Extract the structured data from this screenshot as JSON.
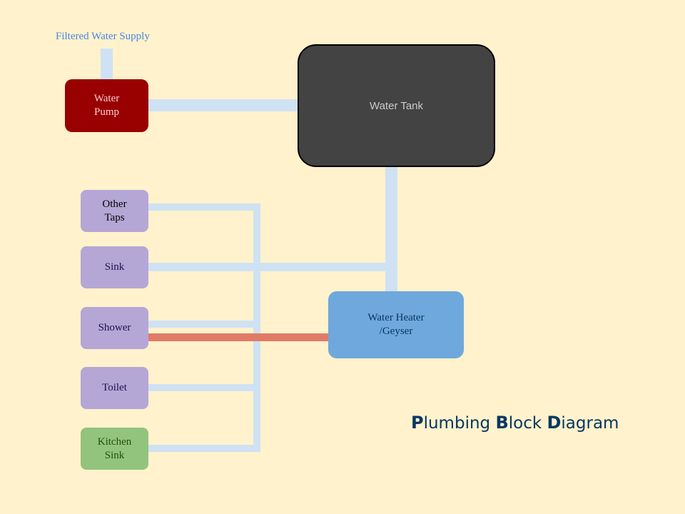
{
  "diagram": {
    "supply_label": "Filtered Water Supply",
    "title": {
      "caps": [
        "P",
        "B",
        "D"
      ],
      "rests": [
        "lumbing ",
        "lock ",
        "iagram"
      ]
    },
    "nodes": {
      "pump": "Water\nPump",
      "tank": "Water Tank",
      "heater": "Water Heater\n/Geyser",
      "other_taps": "Other\nTaps",
      "sink": "Sink",
      "shower": "Shower",
      "toilet": "Toilet",
      "kitchen_sink": "Kitchen\nSink"
    },
    "colors": {
      "background": "#fff2cc",
      "cold_pipe": "#cfe2f3",
      "hot_pipe": "#e07b67",
      "pump": "#990000",
      "tank": "#434343",
      "heater": "#6fa8dc",
      "fixture": "#b4a7d6",
      "kitchen": "#93c47d",
      "title": "#073763"
    }
  }
}
